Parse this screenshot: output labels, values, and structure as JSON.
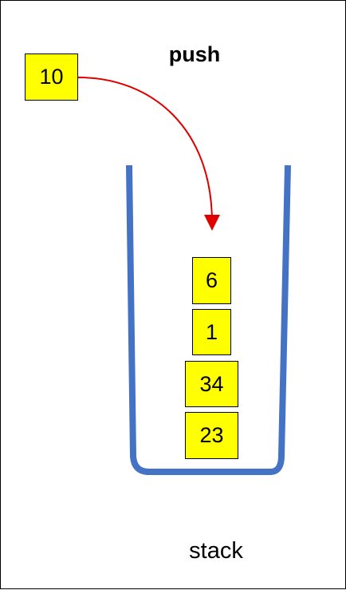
{
  "title": "push",
  "caption": "stack",
  "incoming_value": "10",
  "stack_items": [
    "6",
    "1",
    "34",
    "23"
  ],
  "colors": {
    "box_fill": "#ffff00",
    "container": "#4472c4",
    "arrow": "#e00000"
  }
}
